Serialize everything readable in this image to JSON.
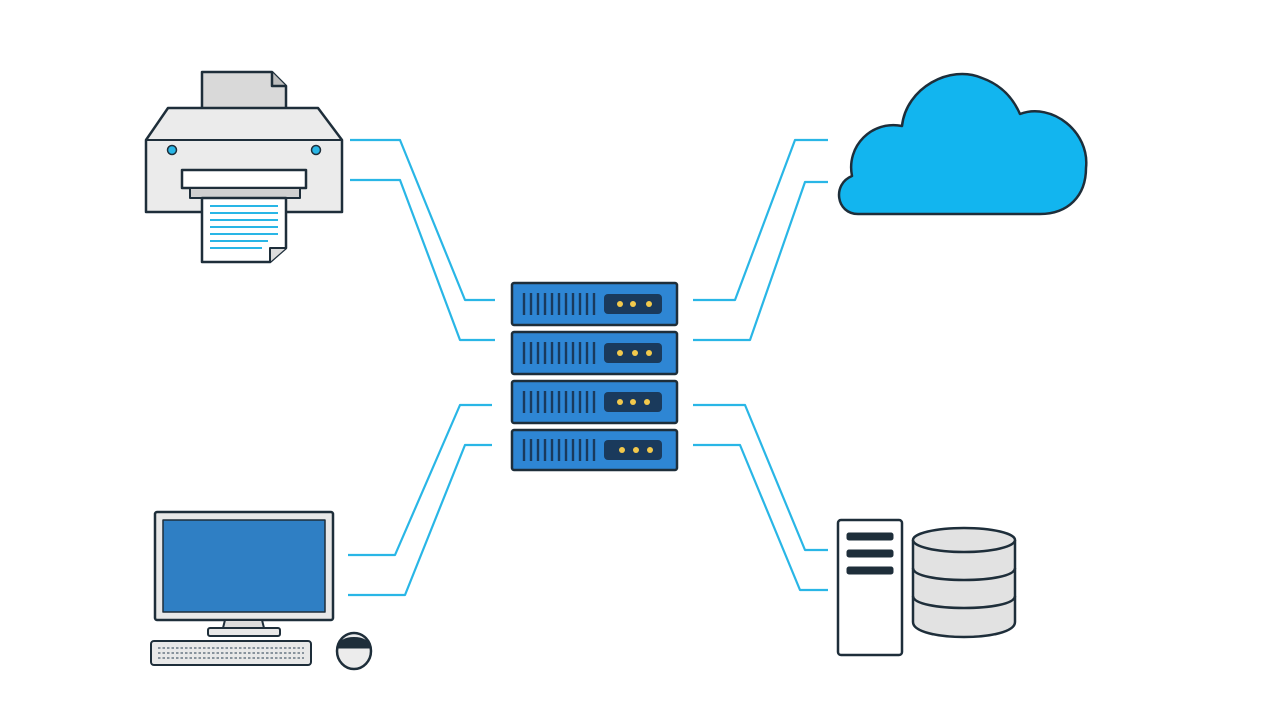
{
  "diagram": {
    "type": "network-diagram",
    "center": {
      "icon": "server-rack-icon",
      "units": 4
    },
    "nodes": [
      {
        "id": "printer",
        "icon": "printer-icon",
        "side": "left",
        "links": 2
      },
      {
        "id": "desktop",
        "icon": "desktop-computer-icon",
        "side": "left",
        "links": 2
      },
      {
        "id": "cloud",
        "icon": "cloud-icon",
        "side": "right",
        "links": 2
      },
      {
        "id": "database",
        "icon": "database-server-icon",
        "side": "right",
        "links": 2
      }
    ],
    "colors": {
      "link": "#29b6e6",
      "server_fill": "#2e86d4",
      "server_dark": "#1a3a5c",
      "led": "#f2c94c",
      "cloud": "#12b5ef",
      "monitor_screen": "#2f7fc4",
      "outline": "#1e2e3a",
      "device_gray": "#e6e6e6"
    }
  }
}
